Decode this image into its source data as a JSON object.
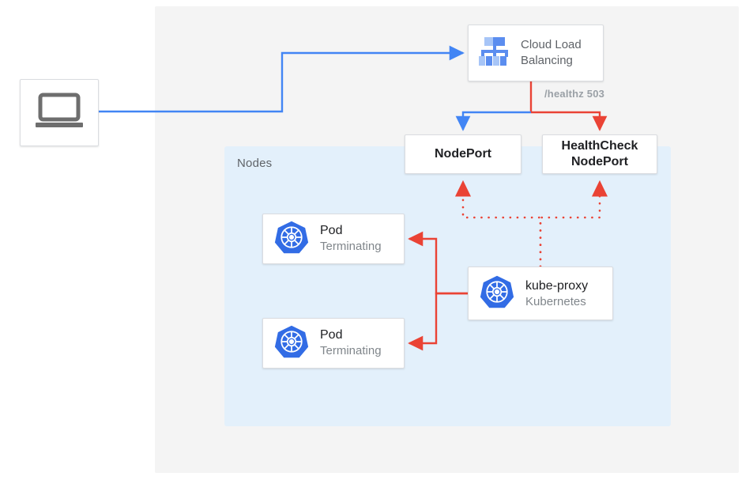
{
  "diagram": {
    "title": "Kubernetes external traffic policy local during pod termination",
    "colors": {
      "blue": "#4285F4",
      "red": "#EA4335",
      "panel_gray": "#F4F4F4",
      "nodes_blue": "#E3F0FB",
      "text_dark": "#202124",
      "text_muted": "#5F6368",
      "text_light": "#80868B",
      "kubernetes_blue": "#326CE5",
      "laptop_gray": "#6E6E6E"
    }
  },
  "client": {
    "icon": "laptop-icon",
    "label": ""
  },
  "load_balancer": {
    "icon": "cloud-load-balancing-icon",
    "line1": "Cloud Load",
    "line2": "Balancing"
  },
  "healthz": {
    "label": "/healthz 503"
  },
  "nodes_region": {
    "label": "Nodes"
  },
  "ports": [
    {
      "name": "nodeport",
      "line1": "NodePort",
      "line2": ""
    },
    {
      "name": "healthcheck-nodeport",
      "line1": "HealthCheck",
      "line2": "NodePort"
    }
  ],
  "pods": [
    {
      "icon": "kubernetes-icon",
      "title": "Pod",
      "status": "Terminating"
    },
    {
      "icon": "kubernetes-icon",
      "title": "Pod",
      "status": "Terminating"
    }
  ],
  "kube_proxy": {
    "icon": "kubernetes-icon",
    "title": "kube-proxy",
    "subtitle": "Kubernetes"
  }
}
